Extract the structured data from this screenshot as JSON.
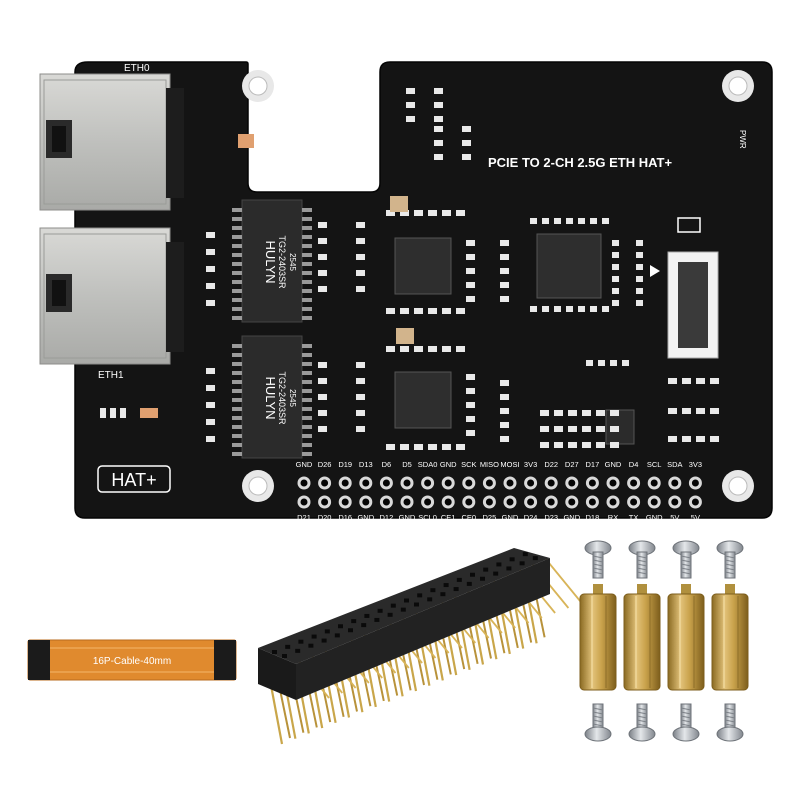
{
  "board": {
    "title": "PCIE TO 2-CH 2.5G ETH HAT+",
    "badge": "HAT+",
    "eth0_label": "ETH0",
    "eth1_label": "ETH1",
    "pwr_label": "PWR",
    "transformer_brand": "HULYN",
    "transformer_part": "TG2-2403SR",
    "transformer_code": "2545",
    "gpio_top_labels": [
      "GND",
      "D26",
      "D19",
      "D13",
      "D6",
      "D5",
      "SDA0",
      "GND",
      "SCK",
      "MISO",
      "MOSI",
      "3V3",
      "D22",
      "D27",
      "D17",
      "GND",
      "D4",
      "SCL",
      "SDA",
      "3V3"
    ],
    "gpio_bottom_labels": [
      "D21",
      "D20",
      "D16",
      "GND",
      "D12",
      "GND",
      "SCL0",
      "CE1",
      "CE0",
      "D25",
      "GND",
      "D24",
      "D23",
      "GND",
      "D18",
      "RX",
      "TX",
      "GND",
      "5V",
      "5V"
    ]
  },
  "accessories": {
    "cable_label": "16P-Cable-40mm"
  },
  "colors": {
    "pcb": "#141414",
    "silkscreen": "#ffffff",
    "cable": "#e08a2e",
    "gold": "#c9a64a",
    "brass": "#c7a24b",
    "steel": "#b8bcc2"
  }
}
